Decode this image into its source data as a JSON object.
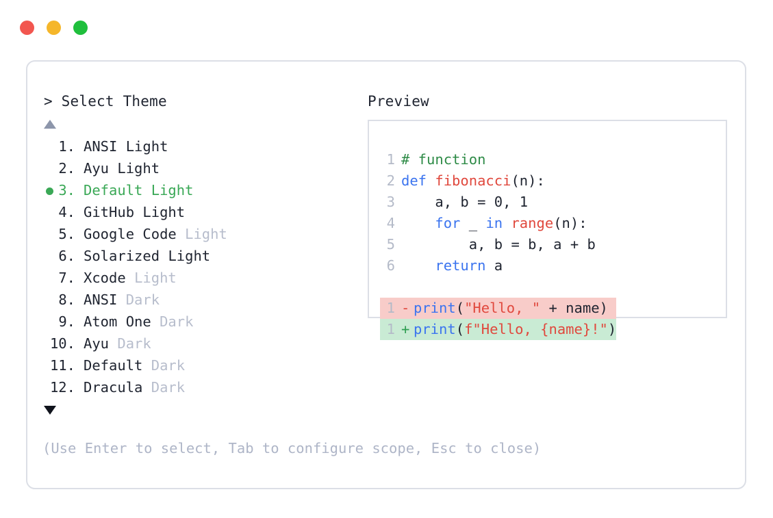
{
  "window": {
    "traffic_lights": [
      {
        "name": "close-button",
        "color": "#f2564f"
      },
      {
        "name": "minimize-button",
        "color": "#f5b62a"
      },
      {
        "name": "maximize-button",
        "color": "#1fbf3c"
      }
    ]
  },
  "prompt": {
    "heading": "> Select Theme",
    "scroll_up_icon": "triangle-up-icon",
    "scroll_down_icon": "triangle-down-icon"
  },
  "selected_color": "#3aa856",
  "muted_color": "#b7bdcc",
  "themes": [
    {
      "index": "1.",
      "name": "ANSI",
      "variant": "Light",
      "variant_muted": false,
      "selected": false
    },
    {
      "index": "2.",
      "name": "Ayu",
      "variant": "Light",
      "variant_muted": false,
      "selected": false
    },
    {
      "index": "3.",
      "name": "Default",
      "variant": "Light",
      "variant_muted": false,
      "selected": true
    },
    {
      "index": "4.",
      "name": "GitHub",
      "variant": "Light",
      "variant_muted": false,
      "selected": false
    },
    {
      "index": "5.",
      "name": "Google Code",
      "variant": "Light",
      "variant_muted": true,
      "selected": false
    },
    {
      "index": "6.",
      "name": "Solarized",
      "variant": "Light",
      "variant_muted": false,
      "selected": false
    },
    {
      "index": "7.",
      "name": "Xcode",
      "variant": "Light",
      "variant_muted": true,
      "selected": false
    },
    {
      "index": "8.",
      "name": "ANSI",
      "variant": "Dark",
      "variant_muted": true,
      "selected": false
    },
    {
      "index": "9.",
      "name": "Atom One",
      "variant": "Dark",
      "variant_muted": true,
      "selected": false
    },
    {
      "index": "10.",
      "name": "Ayu",
      "variant": "Dark",
      "variant_muted": true,
      "selected": false
    },
    {
      "index": "11.",
      "name": "Default",
      "variant": "Dark",
      "variant_muted": true,
      "selected": false
    },
    {
      "index": "12.",
      "name": "Dracula",
      "variant": "Dark",
      "variant_muted": true,
      "selected": false
    }
  ],
  "footer": {
    "hint": "(Use Enter to select, Tab to configure scope, Esc to close)"
  },
  "preview": {
    "heading": "Preview",
    "code_lines": [
      {
        "line_number": "1",
        "kind": "normal",
        "marker": "",
        "tokens": [
          {
            "text": "# function",
            "type": "comment"
          }
        ]
      },
      {
        "line_number": "2",
        "kind": "normal",
        "marker": "",
        "tokens": [
          {
            "text": "def ",
            "type": "keyword"
          },
          {
            "text": "fibonacci",
            "type": "func"
          },
          {
            "text": "(n):",
            "type": "plain"
          }
        ]
      },
      {
        "line_number": "3",
        "kind": "normal",
        "marker": "",
        "tokens": [
          {
            "text": "    a, b = 0, 1",
            "type": "plain"
          }
        ]
      },
      {
        "line_number": "4",
        "kind": "normal",
        "marker": "",
        "tokens": [
          {
            "text": "    ",
            "type": "plain"
          },
          {
            "text": "for ",
            "type": "keyword"
          },
          {
            "text": "_ ",
            "type": "plain"
          },
          {
            "text": "in ",
            "type": "keyword"
          },
          {
            "text": "range",
            "type": "func"
          },
          {
            "text": "(n):",
            "type": "plain"
          }
        ]
      },
      {
        "line_number": "5",
        "kind": "normal",
        "marker": "",
        "tokens": [
          {
            "text": "        a, b = b, a + b",
            "type": "plain"
          }
        ]
      },
      {
        "line_number": "6",
        "kind": "normal",
        "marker": "",
        "tokens": [
          {
            "text": "    ",
            "type": "plain"
          },
          {
            "text": "return ",
            "type": "keyword"
          },
          {
            "text": "a",
            "type": "plain"
          }
        ]
      },
      {
        "kind": "spacer"
      },
      {
        "line_number": "1",
        "kind": "diff-del",
        "marker": "-",
        "tokens": [
          {
            "text": "print",
            "type": "keyword"
          },
          {
            "text": "(",
            "type": "plain"
          },
          {
            "text": "\"Hello, \"",
            "type": "string"
          },
          {
            "text": " + name)",
            "type": "plain"
          }
        ]
      },
      {
        "line_number": "1",
        "kind": "diff-add",
        "marker": "+",
        "tokens": [
          {
            "text": "print",
            "type": "keyword"
          },
          {
            "text": "(",
            "type": "plain"
          },
          {
            "text": "f\"Hello, {name}!\"",
            "type": "string"
          },
          {
            "text": ")",
            "type": "plain"
          }
        ]
      }
    ]
  }
}
